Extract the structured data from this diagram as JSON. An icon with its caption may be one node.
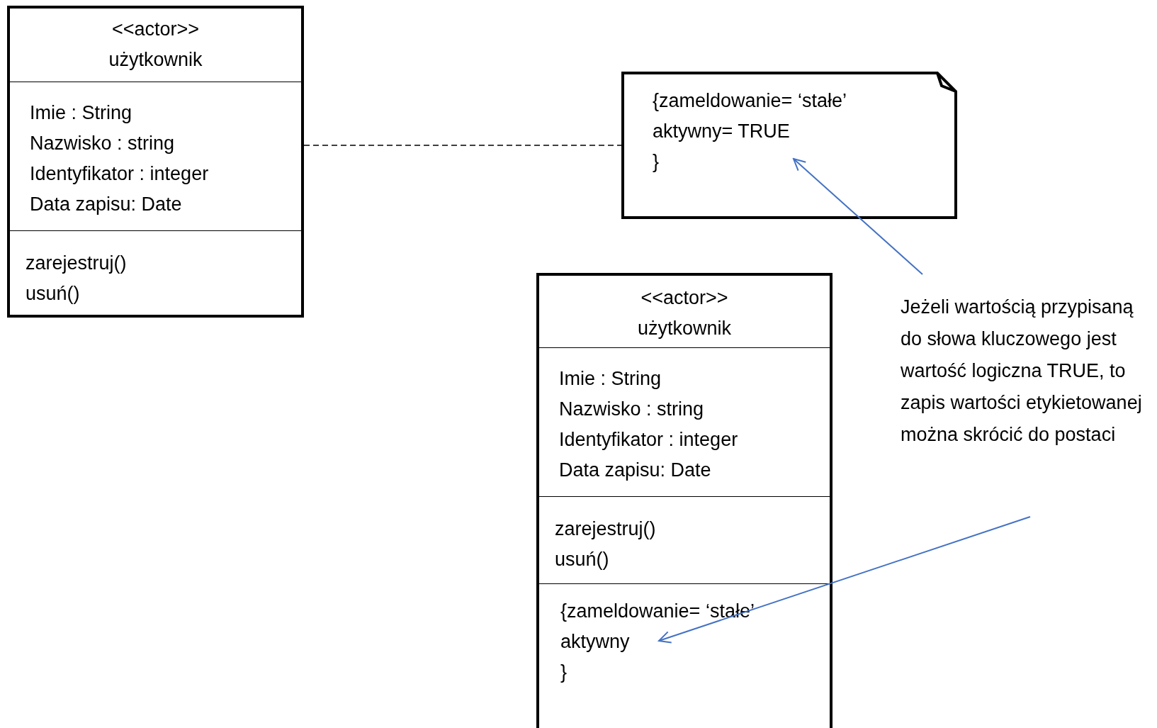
{
  "diagram": {
    "nodes": [
      {
        "text": [
          "<<actor>>",
          "użytkownik",
          "Imie : String",
          "Nazwisko : string",
          "Identyfikator : integer",
          "Data zapisu: Date",
          "zarejestruj()",
          "usuń()"
        ]
      },
      {
        "text": [
          "{zameldowanie= ‘stałe’",
          "aktywny= TRUE",
          "}"
        ]
      },
      {
        "text": [
          "<<actor>>",
          "użytkownik",
          "Imie : String",
          "Nazwisko : string",
          "Identyfikator : integer",
          "Data zapisu: Date",
          "zarejestruj()",
          "usuń()",
          "{zameldowanie= ‘stałe’",
          "aktywny",
          "}"
        ]
      },
      {
        "text": [
          "Jeżeli wartością przypisaną do słowa kluczowego jest wartość logiczna TRUE, to zapis wartości etykietowanej można skrócić do postaci"
        ]
      }
    ],
    "edges": [
      {
        "from": 0,
        "to": 1,
        "arrow": "none",
        "style": "dashed",
        "color": "#000000"
      },
      {
        "from": 3,
        "to": 1,
        "arrow": "to"
      },
      {
        "from": 3,
        "to": 2,
        "arrow": "to"
      }
    ]
  }
}
